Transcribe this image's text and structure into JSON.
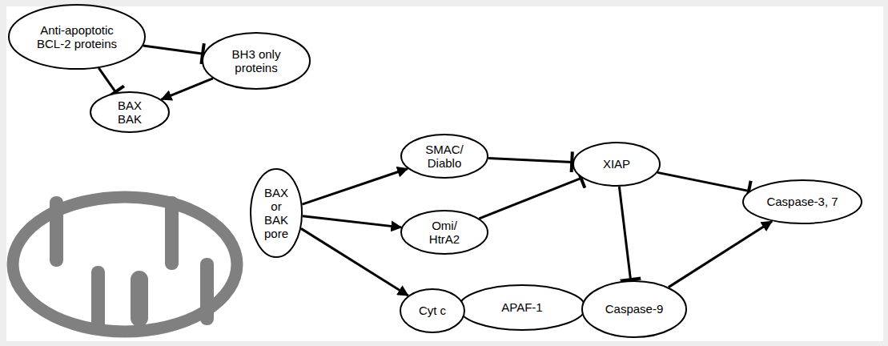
{
  "diagram": {
    "nodes": [
      {
        "text": [
          "Anti-apoptotic BCL-2 proteins"
        ]
      },
      {
        "text": [
          "BH3 only proteins"
        ]
      },
      {
        "text": [
          "BAX BAK"
        ]
      },
      {
        "text": [
          "BAX or BAK pore"
        ]
      },
      {
        "text": [
          "SMAC/ Diablo"
        ]
      },
      {
        "text": [
          "XIAP"
        ]
      },
      {
        "text": [
          "Caspase-3, 7"
        ]
      },
      {
        "text": [
          "Omi/ HtrA2"
        ]
      },
      {
        "text": [
          "Cyt c"
        ]
      },
      {
        "text": [
          "APAF-1"
        ]
      },
      {
        "text": [
          "Caspase-9"
        ]
      }
    ],
    "edges": [
      {
        "from": 0,
        "to": 1,
        "arrow": "to"
      },
      {
        "from": 0,
        "to": 2,
        "arrow": "to"
      },
      {
        "from": 1,
        "to": 2,
        "arrow": "to"
      },
      {
        "from": 3,
        "to": 4,
        "arrow": "to"
      },
      {
        "from": 3,
        "to": 7,
        "arrow": "to"
      },
      {
        "from": 3,
        "to": 8,
        "arrow": "to"
      },
      {
        "from": 4,
        "to": 5,
        "arrow": "to"
      },
      {
        "from": 7,
        "to": 5,
        "arrow": "to"
      },
      {
        "from": 5,
        "to": 6,
        "arrow": "to"
      },
      {
        "from": 5,
        "to": 10,
        "arrow": "to"
      },
      {
        "from": 10,
        "to": 6,
        "arrow": "to"
      }
    ]
  }
}
